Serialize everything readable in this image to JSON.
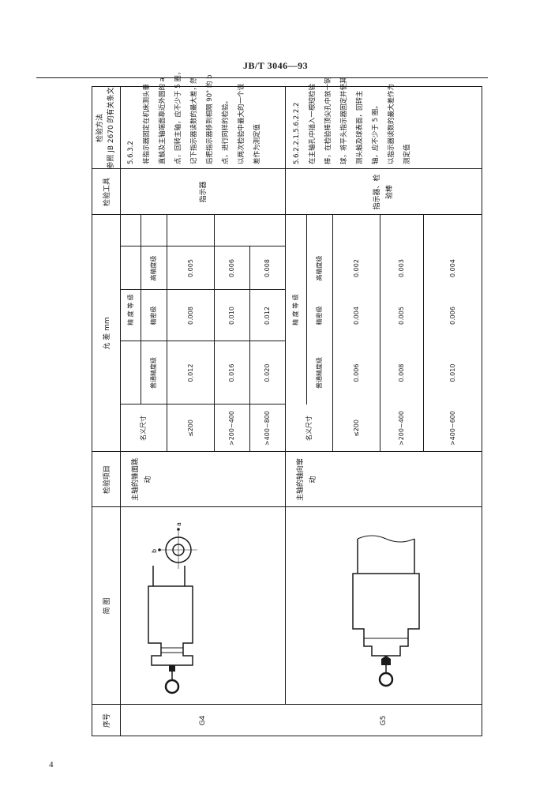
{
  "header": {
    "standard": "JB/T 3046—93"
  },
  "page_number": "4",
  "table": {
    "columns": {
      "seq": "序号",
      "figure": "简        图",
      "item": "检验项目",
      "tolerance": "允        差    mm",
      "tool": "检验工具",
      "method": "检验方法",
      "method_sub": "参照 JB 2670 的有关条文"
    },
    "grade_label_top": "精    度    等    级",
    "grade_label_bottom": "精    度    等    级",
    "nominal_size": "名义尺寸",
    "grades": [
      "普通精度级",
      "精密级",
      "高精度级"
    ],
    "rows": [
      {
        "seq": "G4",
        "item": "主轴的锥面跳动",
        "sizes": [
          "≤200",
          ">200~400",
          ">400~800"
        ],
        "values": [
          [
            "0.012",
            "0.008",
            "0.005"
          ],
          [
            "0.016",
            "0.010",
            "0.006"
          ],
          [
            "0.020",
            "0.012",
            "0.008"
          ]
        ],
        "tool": "指示器",
        "method_lines": [
          "5.6.3.2",
          "将指示器固定在机床测头垂",
          "直触及主轴端面靠近外圆的 a",
          "点，回转主轴，应不少于 5 圈，",
          "记下指示器读数的最大差，然",
          "后把指示器移到相隔 90° 的 b",
          "点，进行同样的检验。",
          "    以两次检验中最大的一个误",
          "差作为测定值"
        ]
      },
      {
        "seq": "G5",
        "item": "主轴的轴向窜动",
        "sizes": [
          "≤200",
          ">200~400",
          ">400~600"
        ],
        "values": [
          [
            "0.006",
            "0.004",
            "0.002"
          ],
          [
            "0.008",
            "0.005",
            "0.003"
          ],
          [
            "0.010",
            "0.006",
            "0.004"
          ]
        ],
        "tool": "指示器、检验棒",
        "method_lines": [
          "5.6.2.2.1,5.6.2.2.2",
          "在主轴孔中插入一根短检验",
          "棒，在检验棒顶尖孔中放一钢",
          "球，将平头指示器固定并使其",
          "测头触及球表面，回转主",
          "轴，应不少于 5 圈。",
          "    以指示器读数的最大差作为",
          "测定值"
        ]
      }
    ]
  },
  "figure_labels": {
    "a": "a",
    "b": "b"
  }
}
